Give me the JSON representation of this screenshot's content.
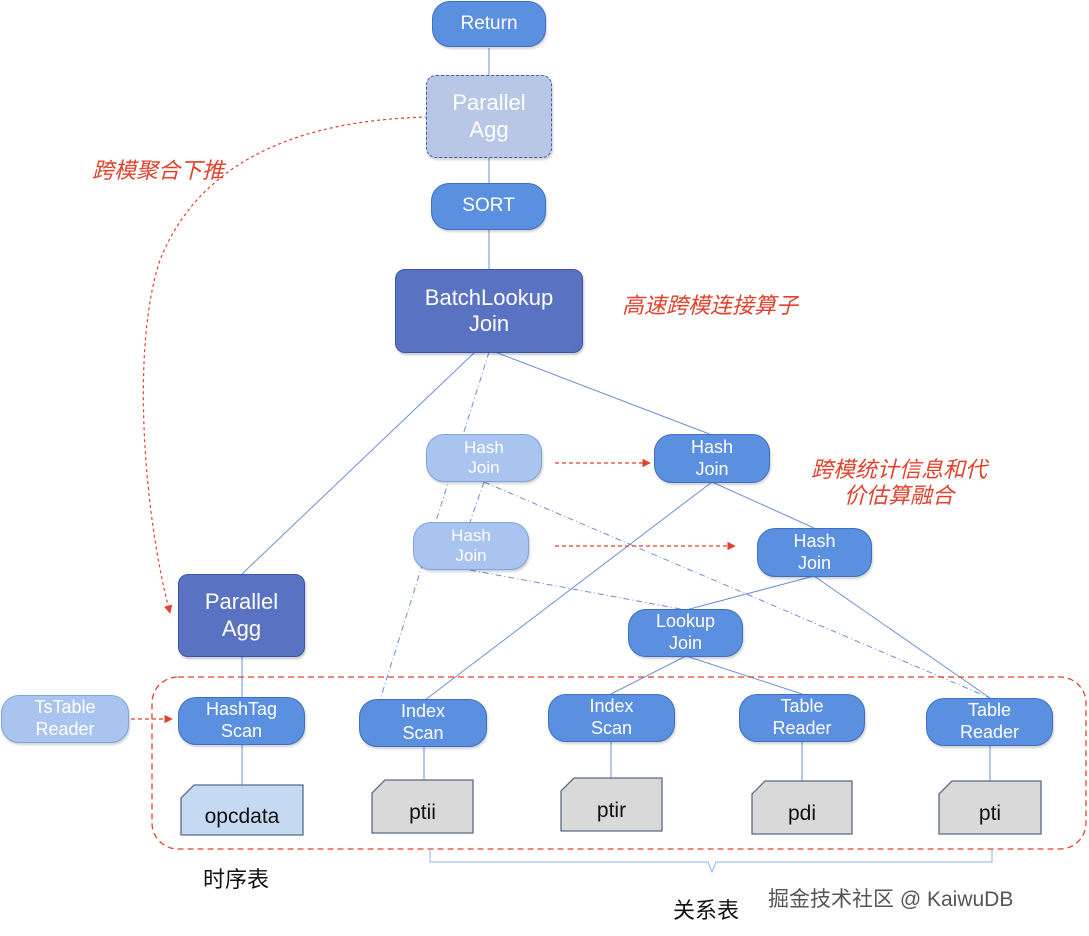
{
  "nodes": {
    "return": "Return",
    "parallel_agg_top": "Parallel\nAgg",
    "sort": "SORT",
    "batch_lookup_join": "BatchLookup\nJoin",
    "hash_join_1": "Hash\nJoin",
    "hash_join_2": "Hash\nJoin",
    "hash_join_3": "Hash\nJoin",
    "hash_join_4": "Hash\nJoin",
    "lookup_join": "Lookup\nJoin",
    "parallel_agg_left": "Parallel\nAgg",
    "tstable_reader": "TsTable\nReader",
    "hashtag_scan": "HashTag\nScan",
    "index_scan_1": "Index\nScan",
    "index_scan_2": "Index\nScan",
    "table_reader_1": "Table\nReader",
    "table_reader_2": "Table\nReader"
  },
  "tables": {
    "opcdata": "opcdata",
    "ptii": "ptii",
    "ptir": "ptir",
    "pdi": "pdi",
    "pti": "pti"
  },
  "annotations": {
    "pushdown": "跨模聚合下推",
    "fast_join": "高速跨模连接算子",
    "stats_line1": "跨模统计信息和代",
    "stats_line2": "价估算融合"
  },
  "groups": {
    "timeseries": "时序表",
    "relational": "关系表"
  },
  "watermark": "掘金技术社区 @ KaiwuDB",
  "colors": {
    "node_blue": "#5b8fe0",
    "node_light": "#a9c4ee",
    "node_dark": "#5a72c2",
    "accent_red": "#e0422c",
    "table_gray": "#d9d9d9",
    "table_blue": "#c5d9f3"
  }
}
